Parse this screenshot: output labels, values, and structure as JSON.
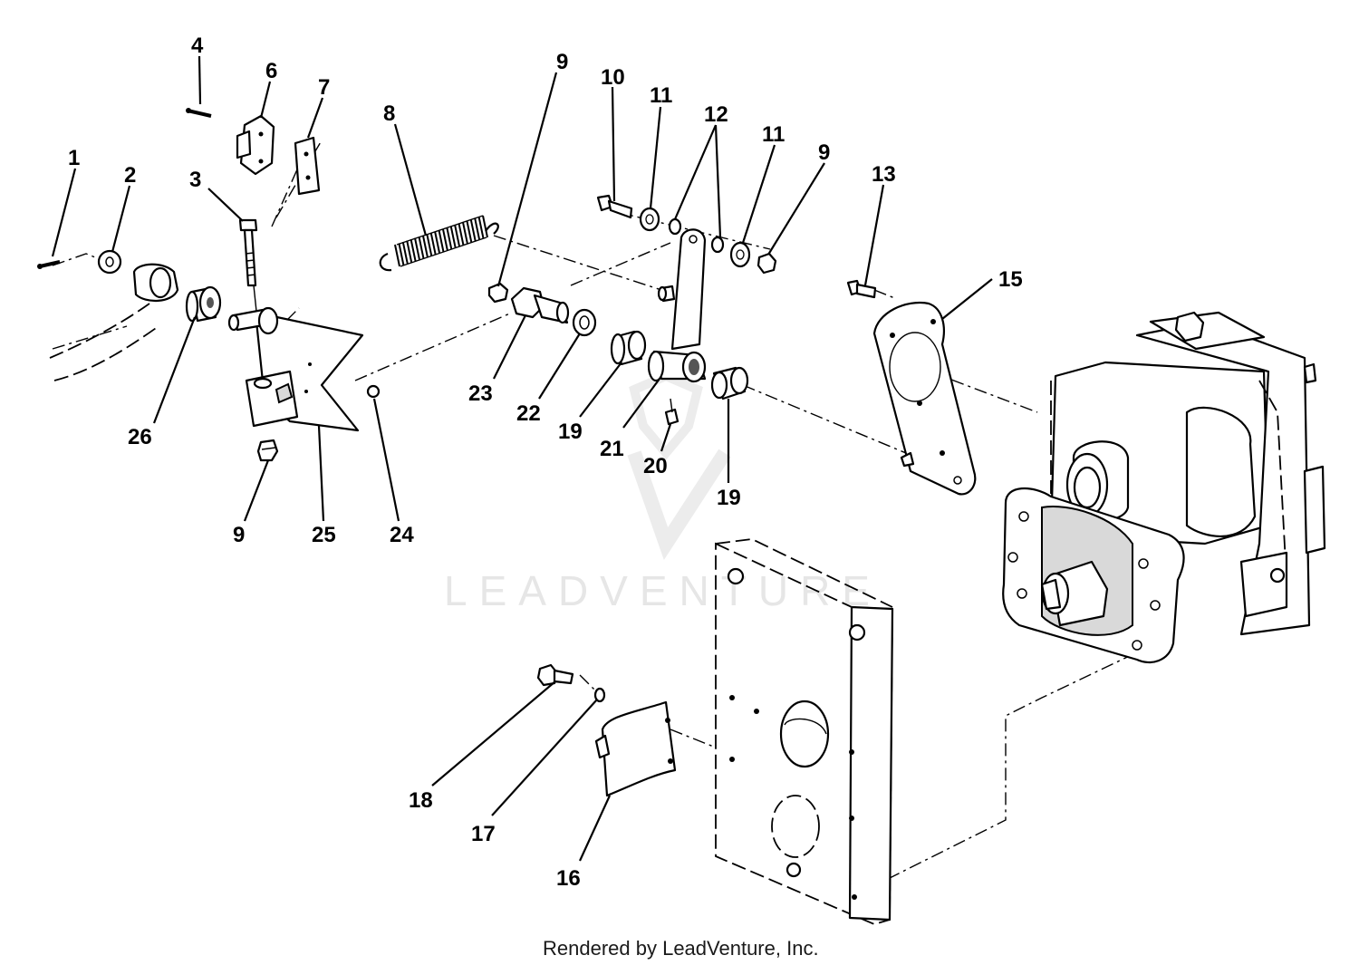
{
  "callouts": {
    "c1": "1",
    "c2": "2",
    "c3": "3",
    "c4": "4",
    "c6": "6",
    "c7": "7",
    "c8": "8",
    "c9a": "9",
    "c9b": "9",
    "c9c": "9",
    "c10": "10",
    "c11a": "11",
    "c11b": "11",
    "c12": "12",
    "c13": "13",
    "c15": "15",
    "c16": "16",
    "c17": "17",
    "c18": "18",
    "c19a": "19",
    "c19b": "19",
    "c20": "20",
    "c21": "21",
    "c22": "22",
    "c23": "23",
    "c24": "24",
    "c25": "25",
    "c26": "26"
  },
  "watermark": "LEADVENTURE",
  "footer": "Rendered by LeadVenture, Inc."
}
